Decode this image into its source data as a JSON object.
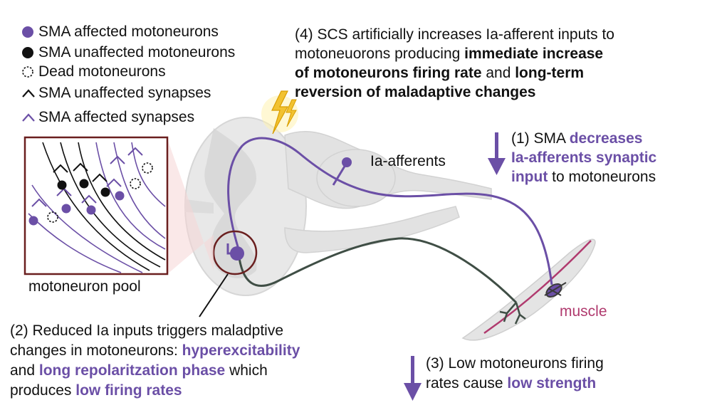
{
  "colors": {
    "affected": "#6b4fa6",
    "unaffected": "#111111",
    "efferent": "#3f4e45",
    "muscle_line": "#b03a6e",
    "cord_fill": "#e4e4e4",
    "pool_border": "#6a1f1f",
    "lightning": "#f2c230"
  },
  "legend": {
    "affected_motoneurons": "SMA affected motoneurons",
    "unaffected_motoneurons": "SMA unaffected motoneurons",
    "dead_motoneurons": "Dead motoneurons",
    "unaffected_synapses": "SMA unaffected synapses",
    "affected_synapses": "SMA affected synapses"
  },
  "pool_label": "motoneuron pool",
  "ia_label": "Ia-afferents",
  "muscle_label": "muscle",
  "step4": {
    "line1": "(4) SCS artificially increases Ia-afferent inputs to",
    "line2_a": "motoneuorons producing ",
    "line2_b": "immediate increase",
    "line3_a": "of motoneurons firing rate",
    "line3_b": " and ",
    "line3_c": "long-term",
    "line4": "reversion of maladaptive changes"
  },
  "step1": {
    "line1_a": "(1) SMA ",
    "line1_b": "decreases",
    "line2": "Ia-afferents  synaptic",
    "line3_a": "input",
    "line3_b": " to motoneurons"
  },
  "step2": {
    "line1": "(2) Reduced Ia inputs triggers maladptive",
    "line2_a": "changes in motoneurons: ",
    "line2_b": "hyperexcitability",
    "line3_a": "and ",
    "line3_b": "long repolaritzation phase",
    "line3_c": " which",
    "line4_a": "produces ",
    "line4_b": "low firing rates"
  },
  "step3": {
    "line1": "(3) Low motoneurons firing",
    "line2_a": "rates cause ",
    "line2_b": "low strength"
  },
  "icons": {
    "stimulation": "lightning-bolt-icon",
    "arrow1": "down-arrow-icon",
    "arrow3": "down-arrow-icon"
  }
}
